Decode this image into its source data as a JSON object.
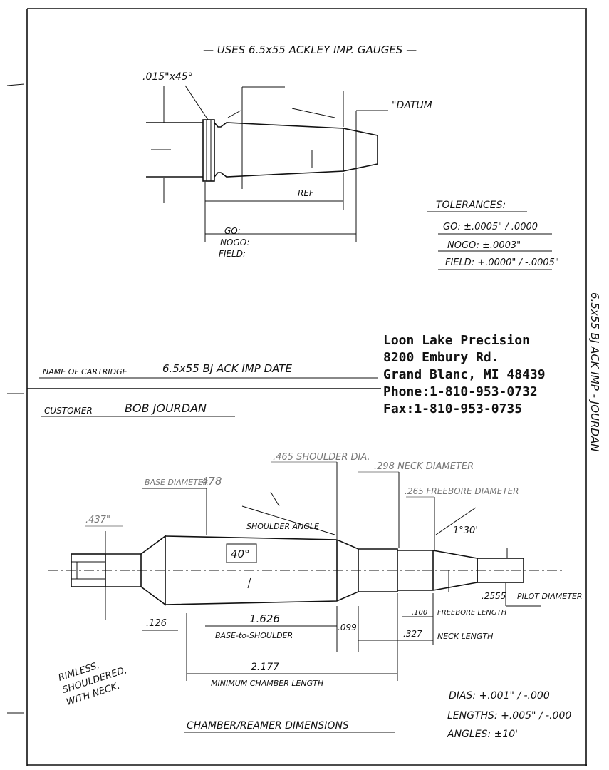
{
  "header_note": "— USES 6.5x55 ACKLEY IMP. GAUGES —",
  "gauge": {
    "chamfer": ".015\"x45°",
    "datum": "\"DATUM",
    "ref": "REF",
    "go": "GO:",
    "nogo": "NOGO:",
    "field": "FIELD:"
  },
  "tolerances": {
    "title": "TOLERANCES:",
    "go": "GO: ±.0005\" / .0000",
    "nogo": "NOGO: ±.0003\"",
    "field": "FIELD: +.0000\" / -.0005\""
  },
  "cartridge": {
    "label": "NAME OF CARTRIDGE",
    "value": "6.5x55 BJ ACK IMP DATE"
  },
  "customer": {
    "label": "CUSTOMER",
    "value": "BOB JOURDAN"
  },
  "side_note": "6.5x55 BJ ACK IMP - JOURDAN",
  "company": {
    "name": "Loon Lake Precision",
    "address": "8200 Embury Rd.",
    "city": "Grand Blanc, MI 48439",
    "phone": "Phone:1-810-953-0732",
    "fax": "Fax:1-810-953-0735"
  },
  "chamber": {
    "shoulder_dia": ".465 SHOULDER DIA.",
    "neck_dia": ".298 NECK DIAMETER",
    "freebore_dia": ".265 FREEBORE DIAMETER",
    "base_dia_label": "BASE DIAMETER",
    "base_dia": ".478",
    "rim_dia": ".437\"",
    "shoulder_angle_label": "SHOULDER ANGLE",
    "shoulder_angle": "40°",
    "throat_angle": "1°30'",
    "pilot_dia": ".2555",
    "pilot_label": "PILOT DIAMETER",
    "rim_len": ".126",
    "base_to_shoulder": "1.626",
    "base_to_shoulder_label": "BASE-to-SHOULDER",
    "shoulder_len": ".099",
    "freebore_len": ".100",
    "freebore_len_label": "FREEBORE LENGTH",
    "neck_len": ".327",
    "neck_len_label": "NECK LENGTH",
    "min_chamber": "2.177",
    "min_chamber_label": "MINIMUM CHAMBER LENGTH",
    "type_note": [
      "RIMLESS,",
      "SHOULDERED,",
      "WITH NECK."
    ],
    "title": "CHAMBER/REAMER DIMENSIONS"
  },
  "chamber_tolerances": {
    "dias": "DIAS: +.001\" / -.000",
    "lengths": "LENGTHS: +.005\" / -.000",
    "angles": "ANGLES: ±10'"
  }
}
